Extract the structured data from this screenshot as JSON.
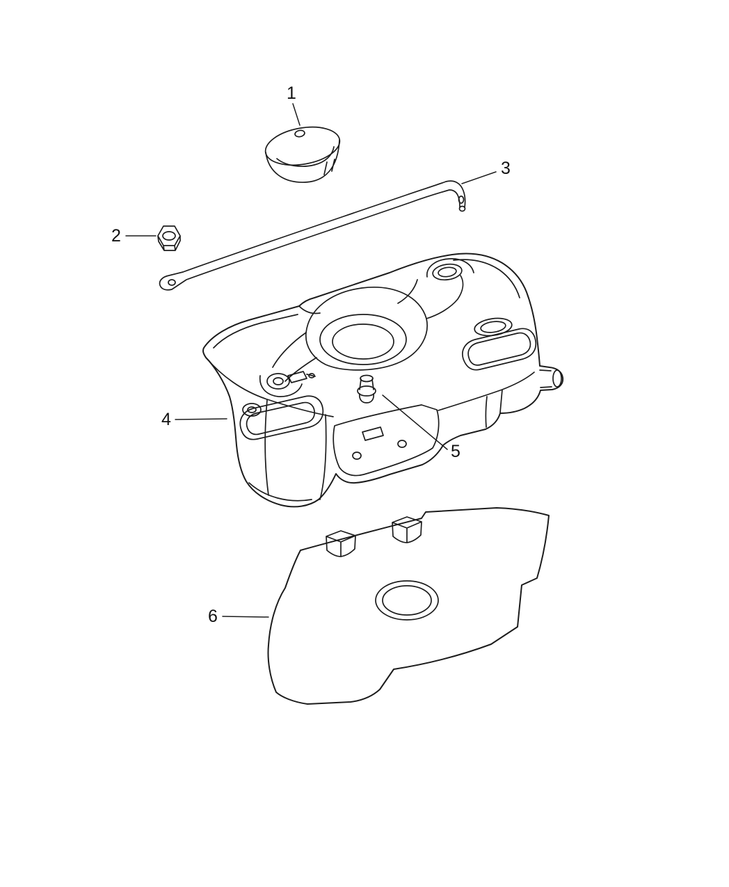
{
  "diagram": {
    "kind": "exploded-parts-diagram",
    "background": "#ffffff",
    "line_color": "#1c1c1c",
    "label_color": "#111111",
    "callouts": [
      {
        "number": "1"
      },
      {
        "number": "2"
      },
      {
        "number": "3"
      },
      {
        "number": "4"
      },
      {
        "number": "5"
      },
      {
        "number": "6"
      }
    ]
  }
}
